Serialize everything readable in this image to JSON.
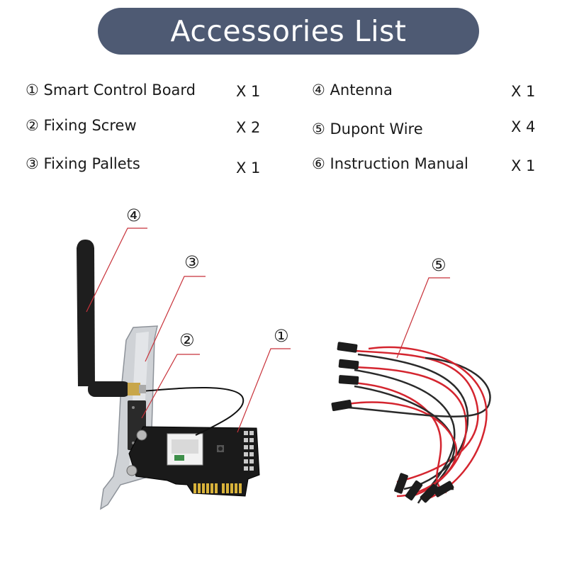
{
  "title": "Accessories List",
  "items": [
    {
      "marker": "①",
      "name": "Smart Control Board",
      "qty": "X 1"
    },
    {
      "marker": "②",
      "name": "Fixing Screw",
      "qty": "X 2"
    },
    {
      "marker": "③",
      "name": "Fixing Pallets",
      "qty": "X 1"
    },
    {
      "marker": "④",
      "name": "Antenna",
      "qty": "X 1"
    },
    {
      "marker": "⑤",
      "name": "Dupont Wire",
      "qty": "X 4"
    },
    {
      "marker": "⑥",
      "name": "Instruction Manual",
      "qty": "X 1"
    }
  ],
  "callouts": {
    "board": "①",
    "screw": "②",
    "pallet": "③",
    "antenna": "④",
    "wire": "⑤"
  },
  "colors": {
    "title_bg": "#4e5a73",
    "title_text": "#ffffff",
    "callout_line": "#c8323a",
    "pcb": "#1a1a1a",
    "gold_fingers": "#d8b23a",
    "wire_red": "#d4252f",
    "wire_black": "#2a2a2a"
  }
}
